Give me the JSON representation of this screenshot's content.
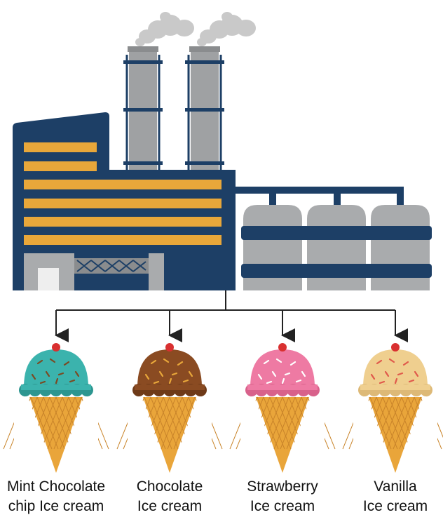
{
  "factory": {
    "building_color": "#1d3f66",
    "window_color": "#e8a73a",
    "chimney_color": "#9fa1a3",
    "smoke_color": "#c9c9c9",
    "tank_color": "#a9abad",
    "pipe_color": "#1d3f66"
  },
  "arrow_color": "#222222",
  "flavors": [
    {
      "line1": "Mint Chocolate",
      "line2": "chip Ice cream",
      "scoop_color": "#3bb3ad",
      "shade_color": "#2d9690",
      "sprinkle_color": "#7a4a23"
    },
    {
      "line1": "Chocolate",
      "line2": "Ice cream",
      "scoop_color": "#8a4b22",
      "shade_color": "#6e3a18",
      "sprinkle_color": "#e8a73a"
    },
    {
      "line1": "Strawberry",
      "line2": "Ice cream",
      "scoop_color": "#ee7aa3",
      "shade_color": "#d8618b",
      "sprinkle_color": "#ffffff"
    },
    {
      "line1": "Vanilla",
      "line2": "Ice cream",
      "scoop_color": "#efcf8f",
      "shade_color": "#ddb977",
      "sprinkle_color": "#e0594b"
    }
  ],
  "cherry_color": "#d93030",
  "cone_color": "#e9a53a",
  "cone_line_color": "#c9842a"
}
